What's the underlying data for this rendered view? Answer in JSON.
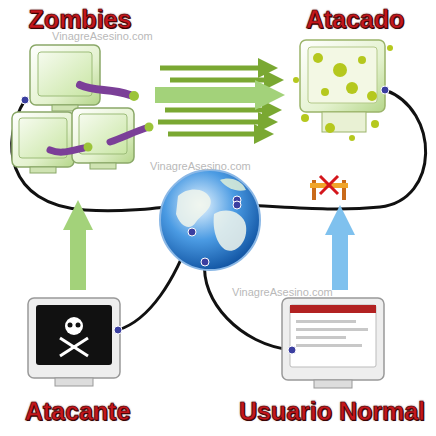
{
  "diagram": {
    "nodes": [
      {
        "text": [
          "Zombies"
        ]
      },
      {
        "text": [
          "Atacado"
        ]
      },
      {
        "text": [
          "Atacante"
        ]
      },
      {
        "text": [
          "Usuario Normal"
        ]
      }
    ],
    "edges": [
      {
        "from": 2,
        "to": 0,
        "arrow": "to"
      },
      {
        "from": 0,
        "to": 1,
        "arrow": "to"
      },
      {
        "from": 3,
        "to": 1,
        "arrow": "to"
      }
    ],
    "labels": [
      "VinagreAsesino.com",
      "VinagreAsesino.com",
      "VinagreAsesino.com"
    ]
  }
}
